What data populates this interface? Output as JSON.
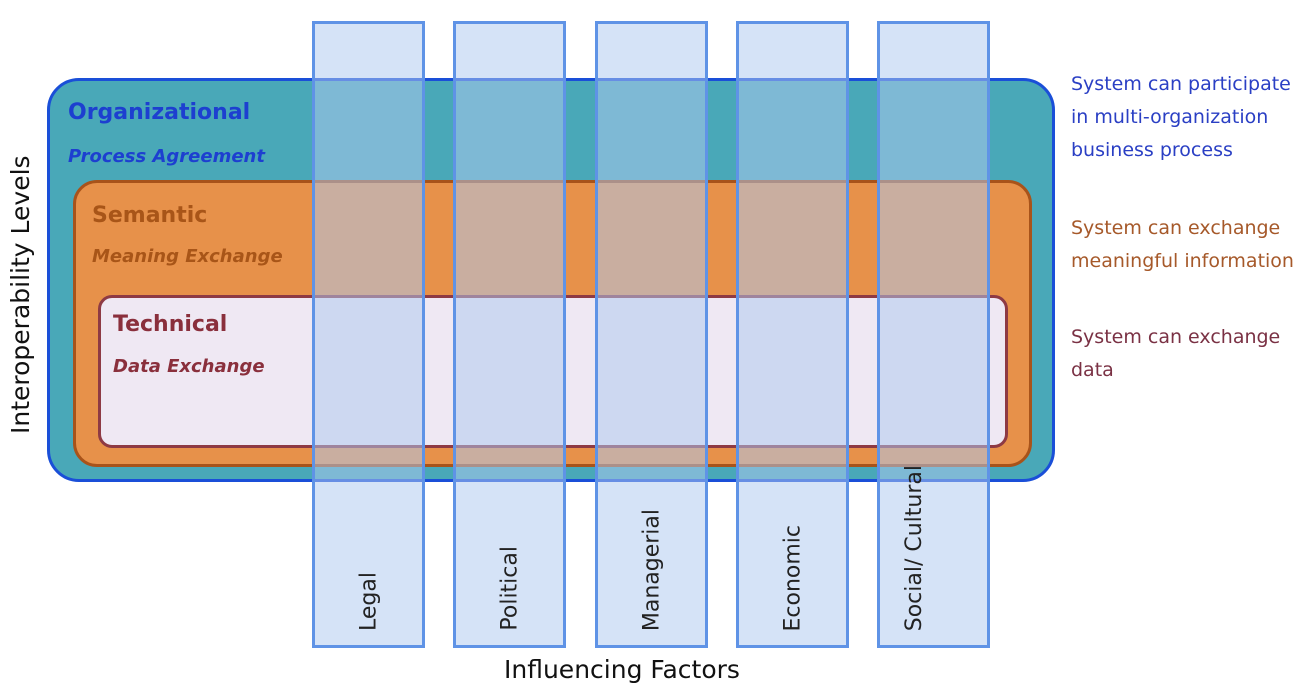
{
  "axes": {
    "y_label": "Interoperability Levels",
    "x_label": "Influencing Factors"
  },
  "levels": [
    {
      "title": "Organizational",
      "subtitle": "Process Agreement",
      "description": "System can participate in multi-organization business process",
      "color": "#49a8b8"
    },
    {
      "title": "Semantic",
      "subtitle": "Meaning Exchange",
      "description": "System can exchange meaningful information",
      "color": "#e7914a"
    },
    {
      "title": "Technical",
      "subtitle": "Data Exchange",
      "description": "System can exchange data",
      "color": "#efe8f3"
    }
  ],
  "factors": [
    "Legal",
    "Political",
    "Managerial",
    "Economic",
    "Social/ Cultural"
  ]
}
